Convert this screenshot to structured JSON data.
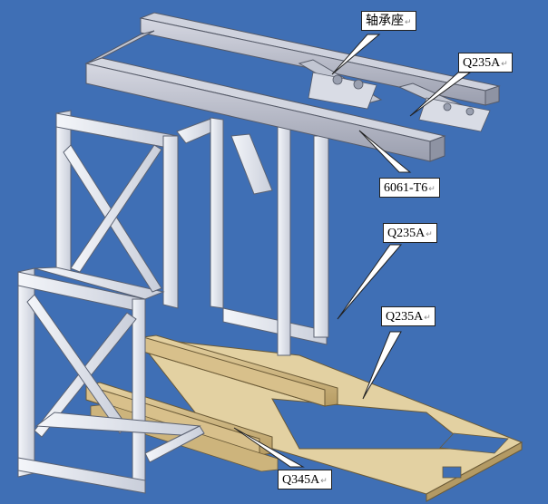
{
  "labels": {
    "bearing_seat": "轴承座",
    "top_plate": "Q235A",
    "rail_beam": "6061-T6",
    "frame": "Q235A",
    "base_tray": "Q235A",
    "base_beams": "Q345A"
  },
  "return_mark": "↵",
  "colors": {
    "background": "#3f6fb5",
    "steel": "#e9ecf2",
    "steel_shade": "#c4c9d6",
    "aluminum": "#b9bcc9",
    "wood": "#d8c08b",
    "wood_shade": "#b39a64"
  }
}
